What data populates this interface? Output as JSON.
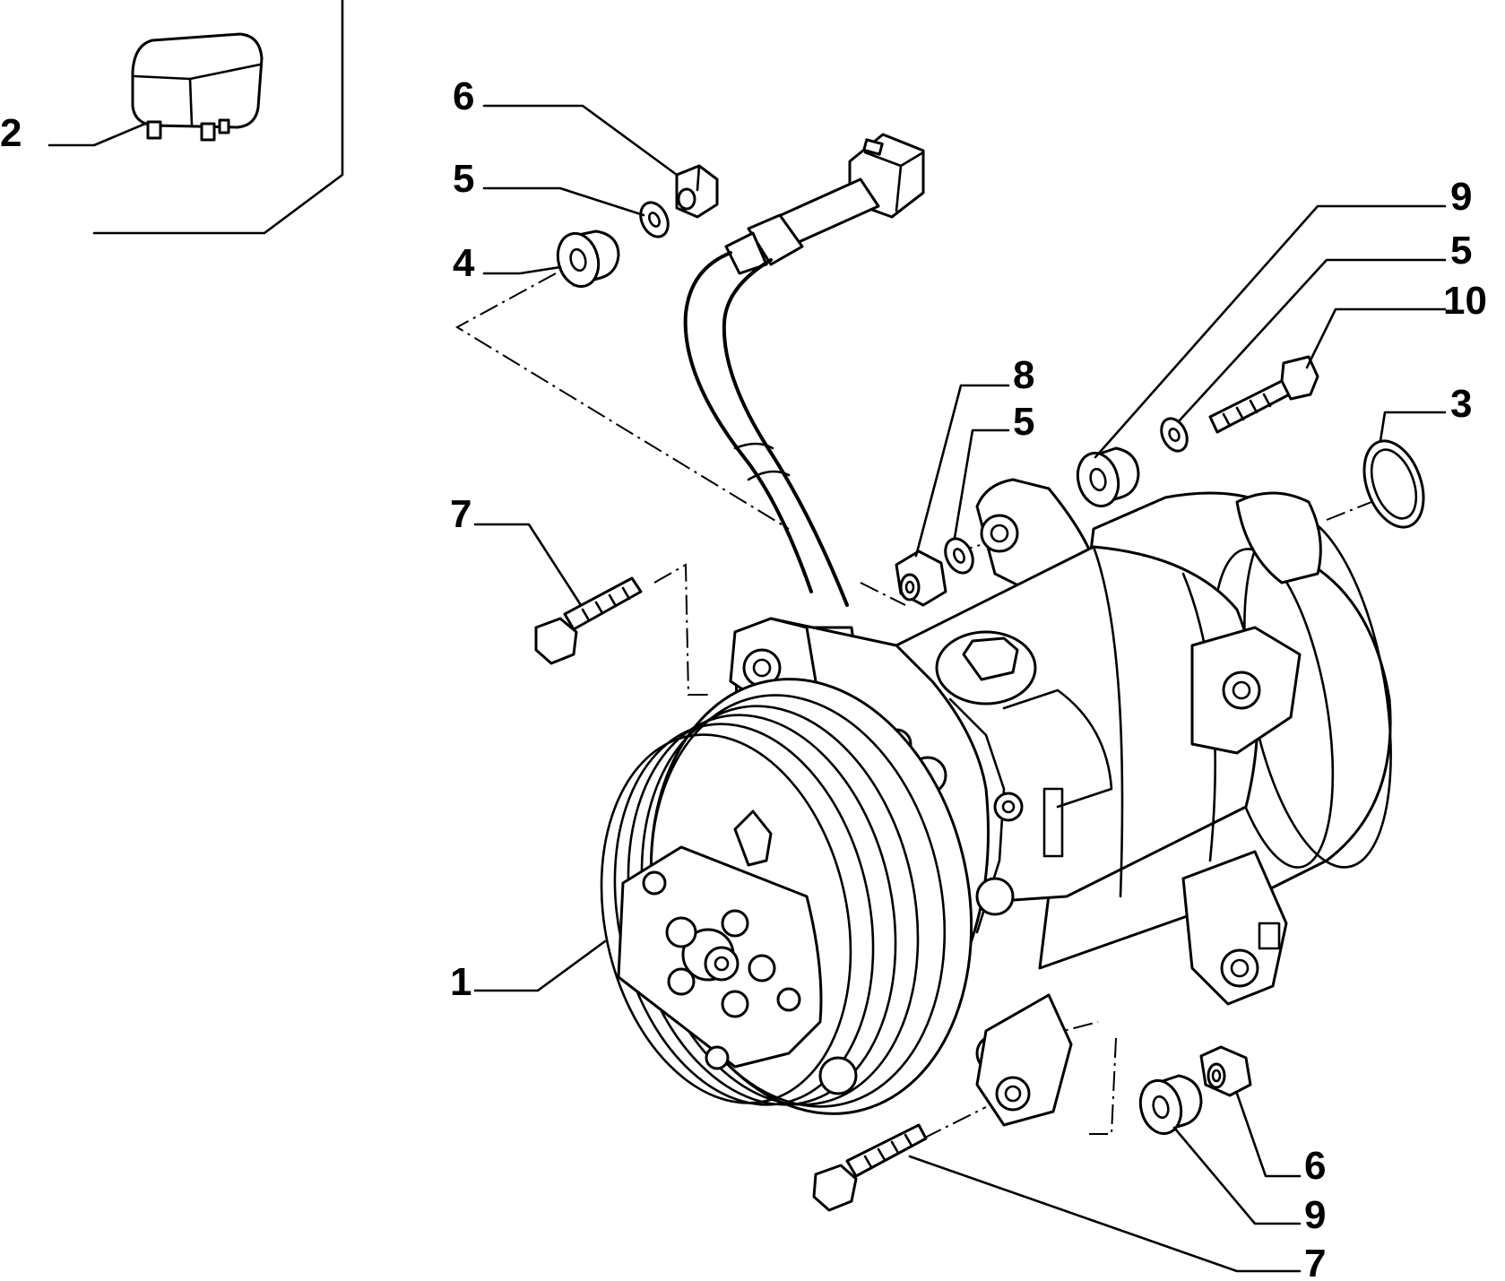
{
  "callouts": [
    {
      "id": "c2",
      "text": "2"
    },
    {
      "id": "c6a",
      "text": "6"
    },
    {
      "id": "c5a",
      "text": "5"
    },
    {
      "id": "c4",
      "text": "4"
    },
    {
      "id": "c9a",
      "text": "9"
    },
    {
      "id": "c5b",
      "text": "5"
    },
    {
      "id": "c10",
      "text": "10"
    },
    {
      "id": "c3",
      "text": "3"
    },
    {
      "id": "c8",
      "text": "8"
    },
    {
      "id": "c5c",
      "text": "5"
    },
    {
      "id": "c7a",
      "text": "7"
    },
    {
      "id": "c1",
      "text": "1"
    },
    {
      "id": "c6b",
      "text": "6"
    },
    {
      "id": "c9b",
      "text": "9"
    },
    {
      "id": "c7b",
      "text": "7"
    }
  ],
  "parts": {
    "1": "compressor-icon",
    "2": "relay-icon",
    "3": "o-ring-icon",
    "4": "bushing-icon",
    "5": "washer-icon",
    "6": "nut-icon",
    "7": "bolt-icon",
    "8": "nut-icon",
    "9": "bushing-icon",
    "10": "bolt-icon"
  }
}
